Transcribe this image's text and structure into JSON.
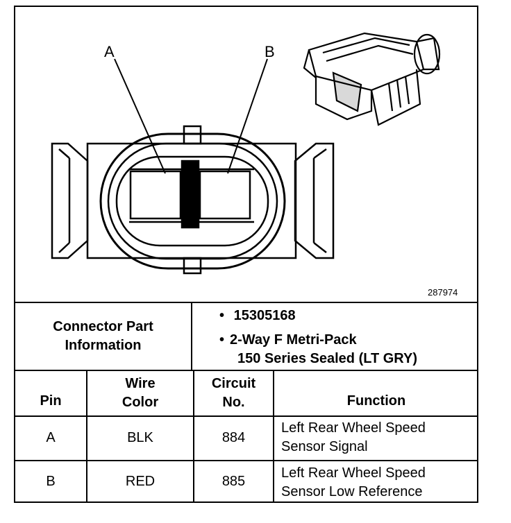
{
  "diagram": {
    "pin_callouts": [
      "A",
      "B"
    ],
    "figure_number": "287974"
  },
  "connector_info": {
    "label_line1": "Connector Part",
    "label_line2": "Information",
    "bullet": "•",
    "part_number": "15305168",
    "desc_line1": "2-Way F Metri-Pack",
    "desc_line2": "150 Series Sealed (LT GRY)"
  },
  "table": {
    "headers": {
      "pin": "Pin",
      "wire_color_line1": "Wire",
      "wire_color_line2": "Color",
      "circuit_line1": "Circuit",
      "circuit_line2": "No.",
      "function": "Function"
    },
    "rows": [
      {
        "pin": "A",
        "wire_color": "BLK",
        "circuit": "884",
        "function_line1": "Left Rear Wheel Speed",
        "function_line2": "Sensor Signal"
      },
      {
        "pin": "B",
        "wire_color": "RED",
        "circuit": "885",
        "function_line1": "Left Rear Wheel Speed",
        "function_line2": "Sensor Low Reference"
      }
    ]
  }
}
